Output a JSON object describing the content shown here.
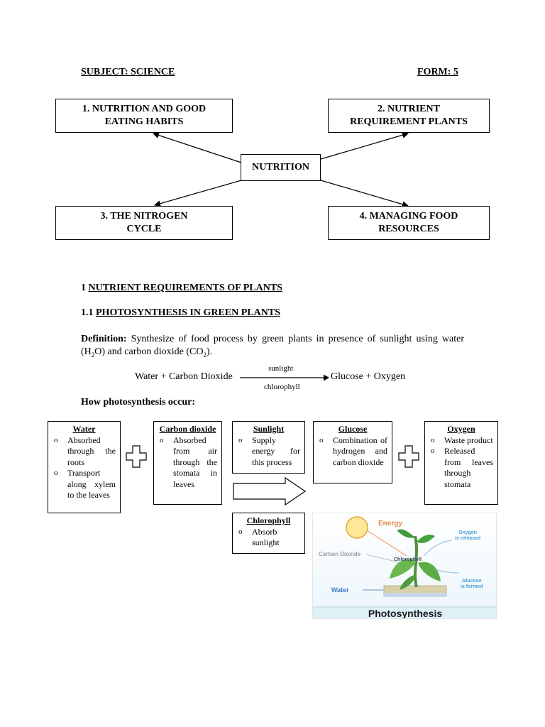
{
  "header": {
    "subject": "SUBJECT: SCIENCE",
    "form": "FORM: 5"
  },
  "concept_map": {
    "center": "NUTRITION",
    "box1": {
      "line1": "1. NUTRITION AND GOOD",
      "line2": "EATING HABITS"
    },
    "box2": {
      "line1": "2. NUTRIENT",
      "line2": "REQUIREMENT PLANTS"
    },
    "box3": {
      "line1": "3. THE NITROGEN",
      "line2": "CYCLE"
    },
    "box4": {
      "line1": "4. MANAGING FOOD",
      "line2": "RESOURCES"
    }
  },
  "section1": {
    "number": "1",
    "title": "NUTRIENT REQUIREMENTS OF PLANTS"
  },
  "section11": {
    "number": "1.1",
    "title": "PHOTOSYNTHESIS IN GREEN PLANTS"
  },
  "definition": {
    "label": "Definition:",
    "text_a": "Synthesize of food process by green plants in presence of sunlight using water (H",
    "h2o_sub": "2",
    "text_b": "O) and carbon dioxide (CO",
    "co2_sub": "2",
    "text_c": ")."
  },
  "equation": {
    "reactants": "Water + Carbon Dioxide",
    "above_arrow": "sunlight",
    "below_arrow": "chlorophyll",
    "products": "Glucose + Oxygen"
  },
  "how_heading": "How photosynthesis occur:",
  "cards": {
    "water": {
      "title": "Water",
      "items": [
        "Absorbed through the roots",
        "Transport along xylem to the leaves"
      ]
    },
    "co2": {
      "title": "Carbon dioxide",
      "items": [
        "Absorbed from air through the stomata in leaves"
      ]
    },
    "sunlight": {
      "title": "Sunlight",
      "items": [
        "Supply energy for this process"
      ]
    },
    "glucose": {
      "title": "Glucose",
      "items": [
        "Combination of hydrogen and carbon dioxide"
      ]
    },
    "oxygen": {
      "title": "Oxygen",
      "items": [
        "Waste product",
        "Released from leaves through stomata"
      ]
    },
    "chlorophyll": {
      "title": "Chlorophyll",
      "items": [
        "Absorb sunlight"
      ]
    }
  },
  "illustration": {
    "energy": "Energy",
    "carbon_dioxide": "Carbon Dioxide",
    "chlorophyll": "Chlorophyll",
    "water": "Water",
    "oxygen_line1": "Oxygen",
    "oxygen_line2": "is released",
    "glucose_line1": "Glucose",
    "glucose_line2": "is formed",
    "banner": "Photosynthesis"
  }
}
